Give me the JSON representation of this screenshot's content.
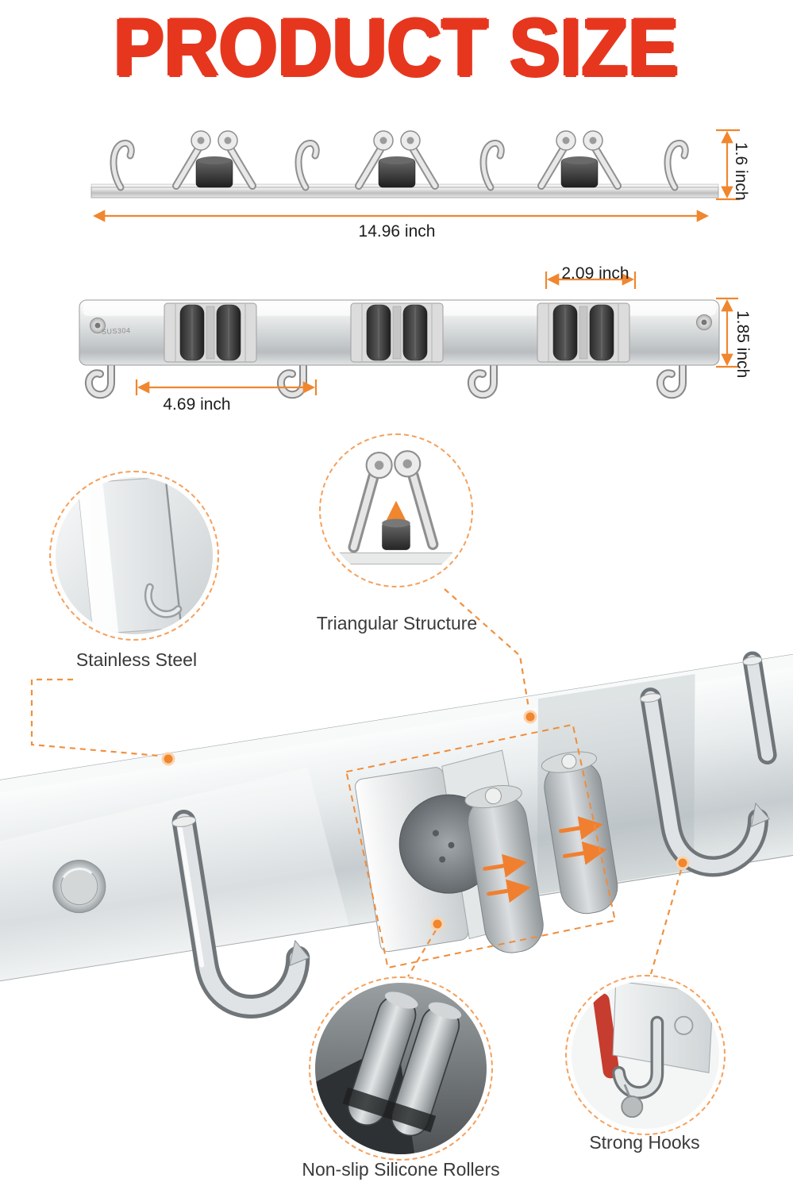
{
  "title": "PRODUCT SIZE",
  "colors": {
    "accent_orange": "#F0862E",
    "title_red": "#E6371E"
  },
  "dimensions": {
    "top_height": "1.6 inch",
    "top_length": "14.96 inch",
    "clamp_width": "2.09 inch",
    "front_height": "1.85 inch",
    "hook_spacing": "4.69 inch"
  },
  "rail_engraving": "SUS304",
  "features": {
    "stainless_steel": "Stainless Steel",
    "triangular_structure": "Triangular Structure",
    "silicone_rollers": "Non-slip Silicone Rollers",
    "strong_hooks": "Strong Hooks"
  }
}
